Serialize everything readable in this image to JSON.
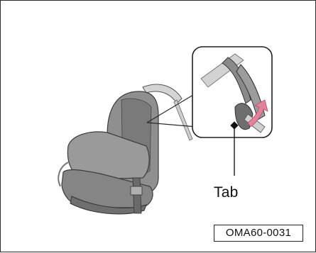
{
  "figure": {
    "callout_label": "Tab",
    "figure_code": "OMA60-0031"
  },
  "colors": {
    "seat_fill": "#8f8f8f",
    "seat_dark": "#5c5c5c",
    "belt": "#c9c9c9",
    "arrow": "#e3829b",
    "inset_bg": "#ffffff",
    "outline": "#222222"
  },
  "icons": [
    "child-seat-illustration",
    "pink-curved-arrow-icon",
    "pointer-dot-icon"
  ]
}
